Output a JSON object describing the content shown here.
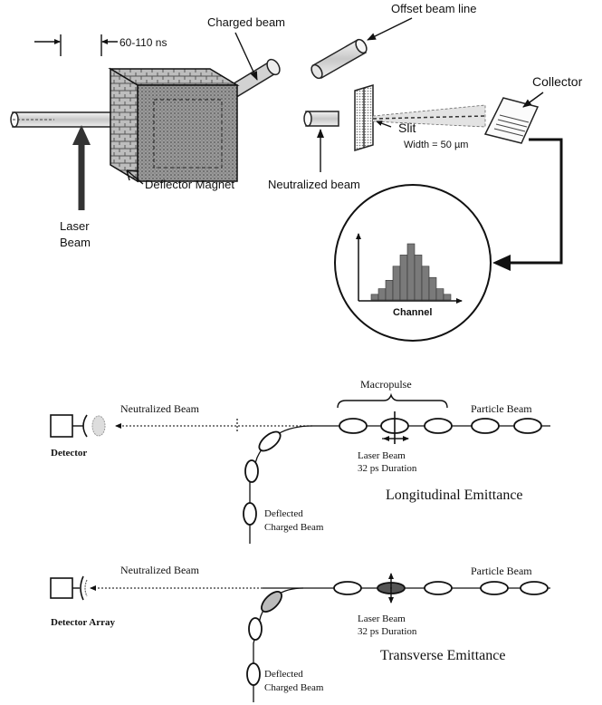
{
  "top_diagram": {
    "pulse_length": "60-110 ns",
    "charged_beam": "Charged beam",
    "offset_beam_line": "Offset beam line",
    "collector": "Collector",
    "laser_beam_line1": "Laser",
    "laser_beam_line2": "Beam",
    "deflector_magnet": "Deflector Magnet",
    "neutralized_beam": "Neutralized beam",
    "slit": "Slit",
    "slit_width": "Width = 50 µm",
    "histogram_axis": "Channel",
    "histogram_bars": [
      2,
      4,
      7,
      12,
      16,
      20,
      16,
      12,
      8,
      4,
      2
    ]
  },
  "longitudinal": {
    "macropulse": "Macropulse",
    "neutralized_beam": "Neutralized Beam",
    "particle_beam": "Particle Beam",
    "detector": "Detector",
    "laser_beam": "Laser Beam",
    "laser_duration": "32 ps Duration",
    "deflected_line1": "Deflected",
    "deflected_line2": "Charged Beam",
    "title": "Longitudinal Emittance"
  },
  "transverse": {
    "neutralized_beam": "Neutralized Beam",
    "particle_beam": "Particle Beam",
    "detector": "Detector Array",
    "laser_beam": "Laser Beam",
    "laser_duration": "32 ps Duration",
    "deflected_line1": "Deflected",
    "deflected_line2": "Charged Beam",
    "title": "Transverse Emittance"
  }
}
